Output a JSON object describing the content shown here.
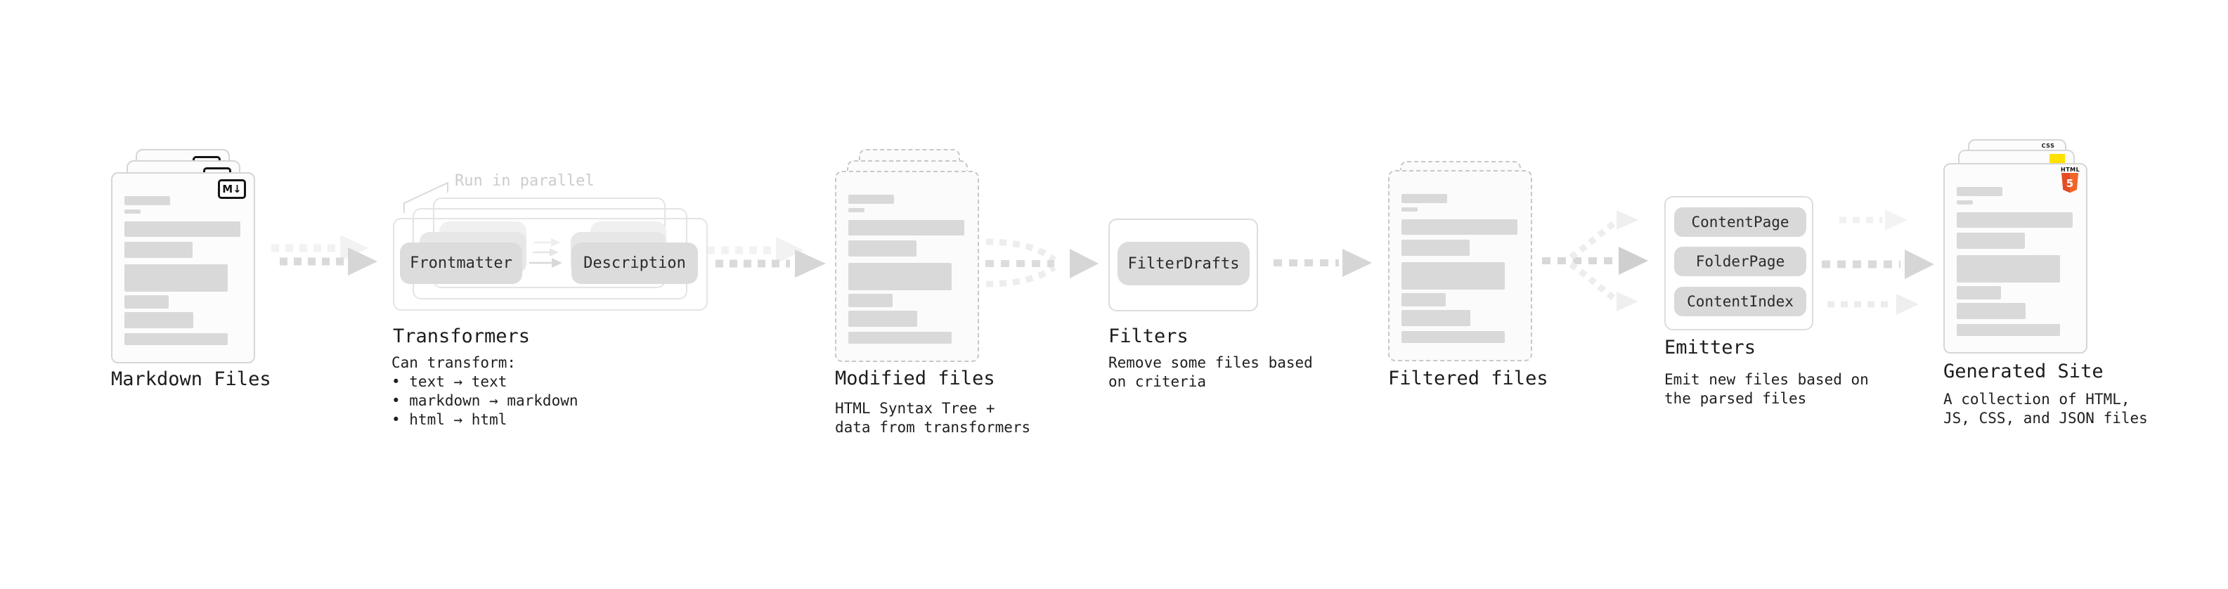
{
  "diagram": {
    "kind": "static-site-generator-pipeline",
    "colors": {
      "skeleton_bar": "#d9d9d9",
      "node_fill": "#dcdcdc",
      "arrow_gray": "#d6d6d6",
      "html5_orange": "#e44d26",
      "html5_orange_light": "#f16529",
      "css_blue": "#2e6df6",
      "js_yellow": "#ffe100"
    },
    "sections": {
      "markdown_files": {
        "title": "Markdown Files",
        "badge": "M↓"
      },
      "transformers": {
        "title": "Transformers",
        "note": "Run in parallel",
        "nodes": [
          "Frontmatter",
          "Description"
        ],
        "description": "Can transform:\n • text → text\n • markdown → markdown\n • html → html"
      },
      "modified_files": {
        "title": "Modified files",
        "description": "HTML Syntax Tree +\ndata from transformers"
      },
      "filters": {
        "title": "Filters",
        "nodes": [
          "FilterDrafts"
        ],
        "description": "Remove some files based\non criteria"
      },
      "filtered_files": {
        "title": "Filtered files"
      },
      "emitters": {
        "title": "Emitters",
        "nodes": [
          "ContentPage",
          "FolderPage",
          "ContentIndex"
        ],
        "description": "Emit new files based on\nthe parsed files"
      },
      "generated_site": {
        "title": "Generated Site",
        "description": "A collection of HTML,\nJS, CSS, and JSON files",
        "badges": {
          "html_word": "HTML",
          "html_number": "5",
          "css_word": "CSS"
        }
      }
    }
  }
}
